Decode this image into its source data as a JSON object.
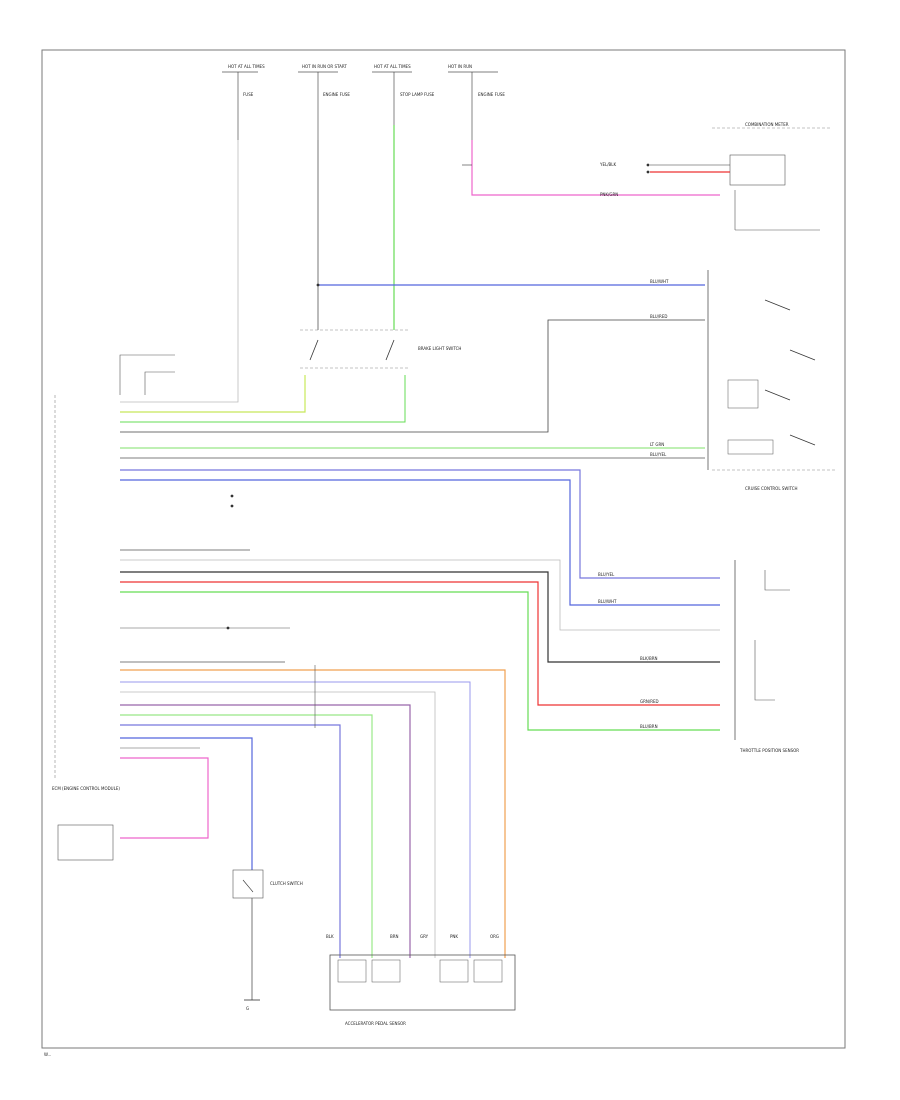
{
  "diagram": {
    "footer_code": "W...",
    "top_boxes": [
      {
        "header": "HOT AT ALL TIMES",
        "name": "FUSE"
      },
      {
        "header": "HOT IN RUN OR START",
        "name": "ENGINE FUSE"
      },
      {
        "header": "HOT AT ALL TIMES",
        "name": "STOP LAMP FUSE"
      },
      {
        "header": "HOT IN RUN",
        "name": "ENGINE FUSE"
      }
    ],
    "wire_labels": {
      "blu_wht": "BLU/WHT",
      "blu_red": "BLU/RED",
      "lt_grn": "LT GRN",
      "blu_yel": "BLU/YEL",
      "pnk_grn": "PNK/GRN",
      "yel_blk": "YEL/BLK",
      "blu_yel_left": "BLU/YEL",
      "blu_wht_left": "BLU/WHT",
      "blk_brn": "BLK/BRN",
      "grn_red": "GRN/RED",
      "blu_brn": "BLU/BRN",
      "blk": "BLK",
      "brn": "BRN",
      "pnk": "PNK",
      "org": "ORG",
      "gry": "GRY"
    },
    "components": {
      "cruise_switch": "CRUISE CONTROL SWITCH",
      "ecm": "ECM (ENGINE CONTROL MODULE)",
      "throttle_sensor": "THROTTLE POSITION SENSOR",
      "accel_sensor": "ACCELERATOR PEDAL SENSOR",
      "brake_switch": "BRAKE LIGHT SWITCH",
      "clutch_switch": "CLUTCH SWITCH",
      "combination_meter": "COMBINATION METER",
      "ground_label": "G"
    }
  },
  "colors": {
    "frame": "#7a7a7a",
    "wire_black": "#333333",
    "wire_green": "#66dd55",
    "wire_lt_green": "#99e888",
    "wire_yellow_green": "#c8e85a",
    "wire_blue": "#5566dd",
    "wire_lt_blue": "#9999ee",
    "wire_pink": "#ee66cc",
    "wire_red": "#ee3333",
    "wire_orange": "#f0a050",
    "wire_purple": "#9966aa",
    "wire_gray": "#bbbbbb"
  }
}
